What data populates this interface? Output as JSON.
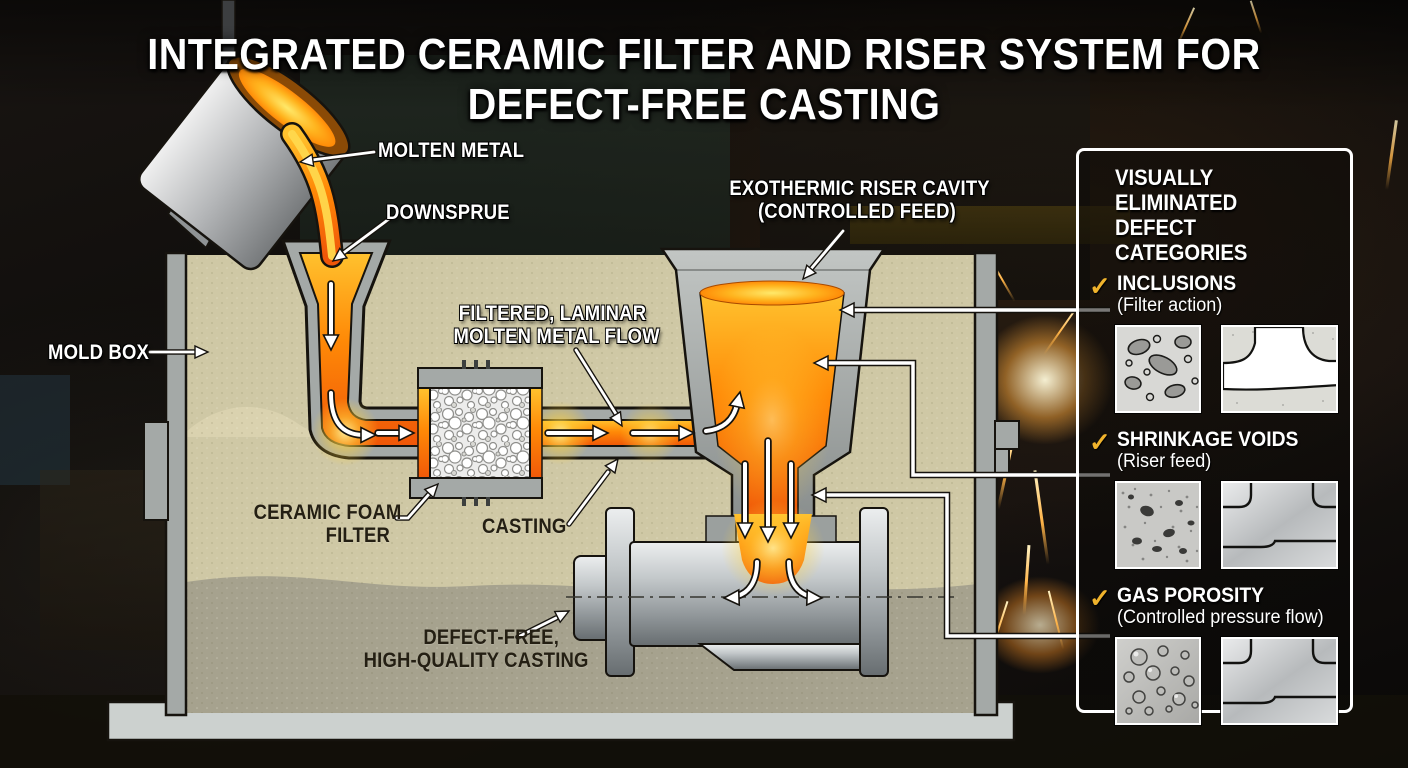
{
  "title": "INTEGRATED CERAMIC FILTER AND RISER SYSTEM FOR DEFECT-FREE CASTING",
  "diagram": {
    "labels": {
      "molten_metal": "MOLTEN METAL",
      "downsprue": "DOWNSPRUE",
      "mold_box": "MOLD BOX",
      "filtered_flow_line1": "FILTERED, LAMINAR",
      "filtered_flow_line2": "MOLTEN METAL FLOW",
      "riser_line1": "EXOTHERMIC RISER CAVITY",
      "riser_line2": "(CONTROLLED FEED)",
      "ceramic_filter_line1": "CERAMIC FOAM",
      "ceramic_filter_line2": "FILTER",
      "casting": "CASTING",
      "defect_free_line1": "DEFECT-FREE,",
      "defect_free_line2": "HIGH-QUALITY CASTING"
    }
  },
  "panel": {
    "heading_line1": "VISUALLY ELIMINATED",
    "heading_line2": "DEFECT CATEGORIES",
    "check": "✓",
    "items": [
      {
        "title": "INCLUSIONS",
        "subtitle": "(Filter action)"
      },
      {
        "title": "SHRINKAGE VOIDS",
        "subtitle": "(Riser feed)"
      },
      {
        "title": "GAS POROSITY",
        "subtitle": "(Controlled pressure flow)"
      }
    ]
  },
  "colors": {
    "molten_metal_orange": "#ff8a07",
    "molten_glow_yellow": "#ffe96a",
    "sand_cope": "#cfc8a5",
    "sand_drag": "#a6a28e",
    "mold_wall_grey": "#a4a9a7",
    "check_yellow": "#f0b32c",
    "panel_border": "#ffffff",
    "label_dark": "#241f13"
  }
}
